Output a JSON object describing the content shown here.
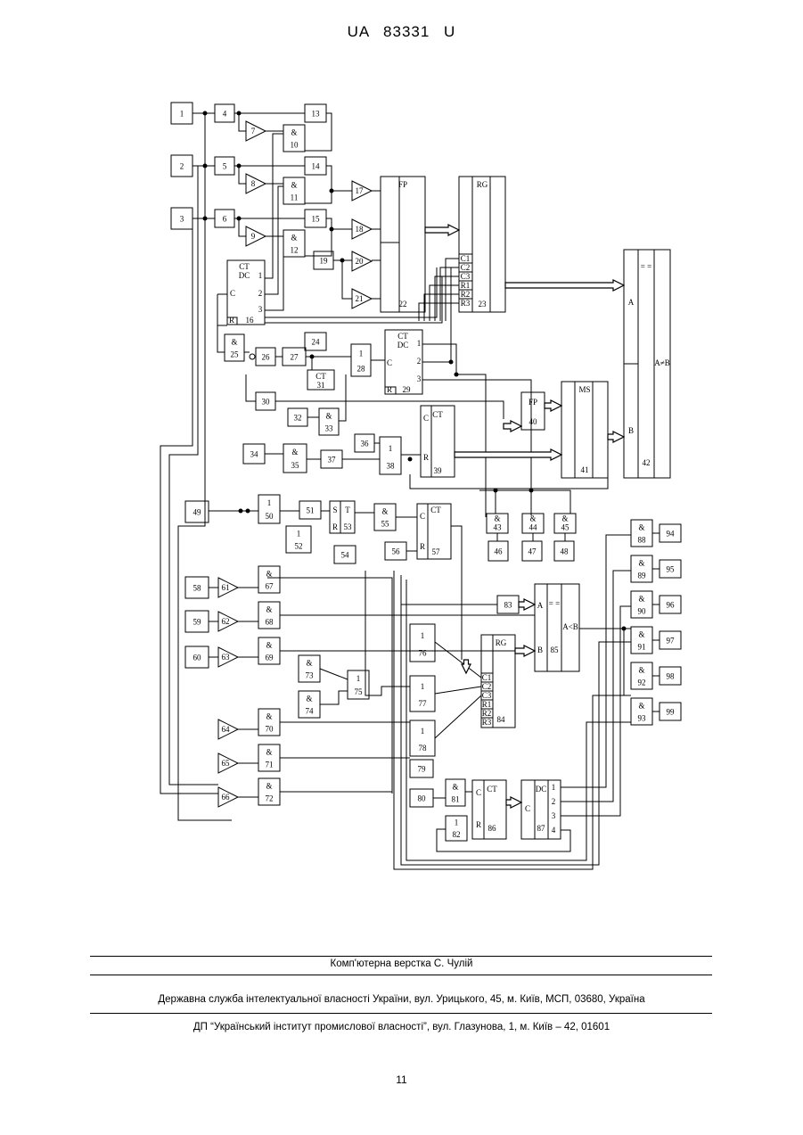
{
  "header": {
    "patent_number": "UA   83331   U"
  },
  "diagram": {
    "labels": {
      "b1": "1",
      "b2": "2",
      "b3": "3",
      "b4": "4",
      "b5": "5",
      "b6": "6",
      "g7": "7",
      "g8": "8",
      "g9": "9",
      "a10_op": "&",
      "a10": "10",
      "a11_op": "&",
      "a11": "11",
      "a12_op": "&",
      "a12": "12",
      "b13": "13",
      "b14": "14",
      "b15": "15",
      "g17": "17",
      "g18": "18",
      "b19": "19",
      "g20": "20",
      "g21": "21",
      "fp22_title": "FP",
      "fp22": "22",
      "rg23_title": "RG",
      "rg23": "23",
      "rg23_c1": "C1",
      "rg23_c2": "C2",
      "rg23_c3": "C3",
      "rg23_r1": "R1",
      "rg23_r2": "R2",
      "rg23_r3": "R3",
      "ct16_t1": "CT",
      "ct16_t2": "DC",
      "ct16_c": "C",
      "ct16_r": "R",
      "ct16": "16",
      "ct16_o1": "1",
      "ct16_o2": "2",
      "ct16_o3": "3",
      "cmp42_top": "= =",
      "cmp42_a": "A",
      "cmp42_b": "B",
      "cmp42_out": "A≠B",
      "cmp42": "42",
      "a25_op": "&",
      "a25": "25",
      "b26": "26",
      "b27": "27",
      "b24": "24",
      "or28_op": "1",
      "or28": "28",
      "b31_t": "CT",
      "b31": "31",
      "ct29_t1": "CT",
      "ct29_t2": "DC",
      "ct29_c": "C",
      "ct29_r": "R",
      "ct29": "29",
      "ct29_o1": "1",
      "ct29_o2": "2",
      "ct29_o3": "3",
      "b30": "30",
      "b32": "32",
      "a33_op": "&",
      "a33": "33",
      "b34": "34",
      "a35_op": "&",
      "a35": "35",
      "b36": "36",
      "b37": "37",
      "or38_op": "1",
      "or38": "38",
      "ct39_t": "CT",
      "ct39_c": "C",
      "ct39_r": "R",
      "ct39": "39",
      "fp40_t": "FP",
      "fp40": "40",
      "ms41_t": "MS",
      "ms41": "41",
      "a43_op": "&",
      "a43": "43",
      "a44_op": "&",
      "a44": "44",
      "a45_op": "&",
      "a45": "45",
      "b46": "46",
      "b47": "47",
      "b48": "48",
      "b49": "49",
      "or50_op": "1",
      "or50": "50",
      "b51": "51",
      "t53_s": "S",
      "t53_t": "T",
      "t53_r": "R",
      "t53": "53",
      "or52_op": "1",
      "or52": "52",
      "a55_op": "&",
      "a55": "55",
      "b54": "54",
      "b56": "56",
      "ct57_t": "CT",
      "ct57_c": "C",
      "ct57_r": "R",
      "ct57": "57",
      "b58": "58",
      "b59": "59",
      "b60": "60",
      "g61": "61",
      "g62": "62",
      "g63": "63",
      "a67_op": "&",
      "a67": "67",
      "a68_op": "&",
      "a68": "68",
      "a69_op": "&",
      "a69": "69",
      "a73_op": "&",
      "a73": "73",
      "a74_op": "&",
      "a74": "74",
      "or75_op": "1",
      "or75": "75",
      "g64": "64",
      "g65": "65",
      "g66": "66",
      "a70_op": "&",
      "a70": "70",
      "a71_op": "&",
      "a71": "71",
      "a72_op": "&",
      "a72": "72",
      "or76_op": "1",
      "or76": "76",
      "or77_op": "1",
      "or77": "77",
      "or78_op": "1",
      "or78": "78",
      "b79": "79",
      "b80": "80",
      "a81_op": "&",
      "a81": "81",
      "or82_op": "1",
      "or82": "82",
      "b83": "83",
      "cmp85_top": "= =",
      "cmp85_a": "A",
      "cmp85_b": "B",
      "cmp85_out": "A<B",
      "cmp85": "85",
      "rg84_t": "RG",
      "rg84": "84",
      "rg84_c1": "C1",
      "rg84_c2": "C2",
      "rg84_c3": "C3",
      "rg84_r1": "R1",
      "rg84_r2": "R2",
      "rg84_r3": "R3",
      "ct86_t": "CT",
      "ct86_c": "C",
      "ct86_r": "R",
      "ct86": "86",
      "dc87_t": "DC",
      "dc87_c": "C",
      "dc87": "87",
      "dc87_o1": "1",
      "dc87_o2": "2",
      "dc87_o3": "3",
      "dc87_o4": "4",
      "a88_op": "&",
      "a88": "88",
      "a89_op": "&",
      "a89": "89",
      "a90_op": "&",
      "a90": "90",
      "a91_op": "&",
      "a91": "91",
      "a92_op": "&",
      "a92": "92",
      "a93_op": "&",
      "a93": "93",
      "b94": "94",
      "b95": "95",
      "b96": "96",
      "b97": "97",
      "b98": "98",
      "b99": "99"
    }
  },
  "footer": {
    "layout_credit": "Комп'ютерна верстка С. Чулій",
    "agency_line": "Державна служба інтелектуальної власності України, вул. Урицького, 45, м. Київ, МСП, 03680, Україна",
    "institute_line": "ДП “Український інститут промислової власності”, вул. Глазунова, 1, м. Київ – 42, 01601",
    "page_number": "11"
  }
}
